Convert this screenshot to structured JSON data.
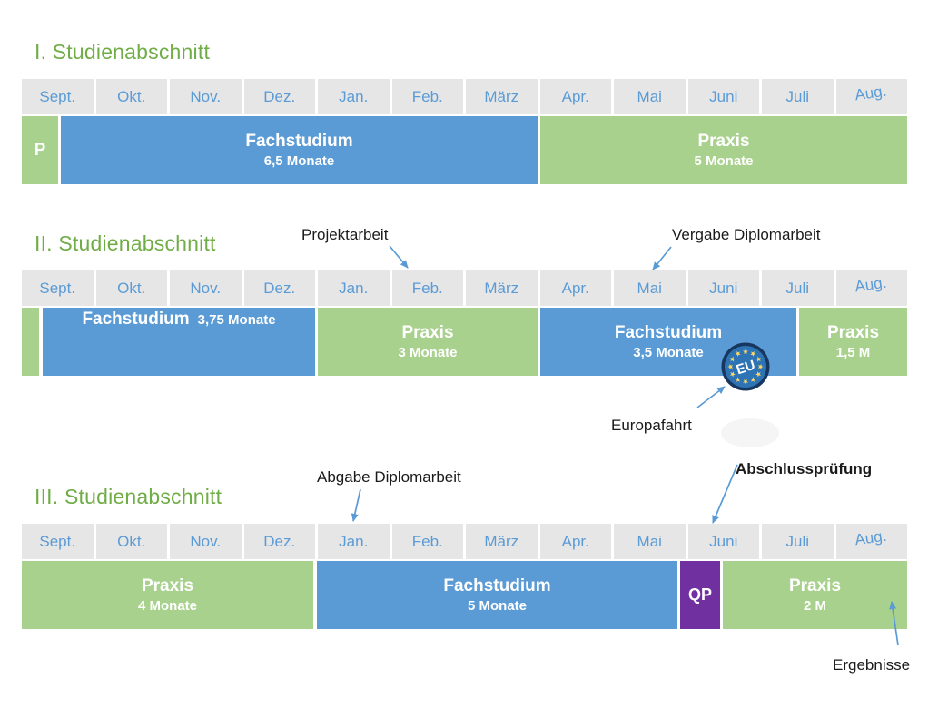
{
  "months": [
    "Sept.",
    "Okt.",
    "Nov.",
    "Dez.",
    "Jan.",
    "Feb.",
    "März",
    "Apr.",
    "Mai",
    "Juni",
    "Juli",
    "Aug."
  ],
  "sections": [
    {
      "title": "I. Studienabschnitt",
      "segments": [
        {
          "label": "P",
          "type": "praxis"
        },
        {
          "label": "Fachstudium",
          "sub": "6,5 Monate",
          "type": "fachstudium"
        },
        {
          "label": "Praxis",
          "sub": "5 Monate",
          "type": "praxis"
        }
      ]
    },
    {
      "title": "II. Studienabschnitt",
      "segments": [
        {
          "label": "",
          "type": "praxis"
        },
        {
          "label": "Fachstudium",
          "sub": "3,75 Monate",
          "type": "fachstudium"
        },
        {
          "label": "Praxis",
          "sub": "3 Monate",
          "type": "praxis"
        },
        {
          "label": "Fachstudium",
          "sub": "3,5 Monate",
          "type": "fachstudium"
        },
        {
          "label": "Praxis",
          "sub": "1,5 M",
          "type": "praxis"
        }
      ]
    },
    {
      "title": "III. Studienabschnitt",
      "segments": [
        {
          "label": "Praxis",
          "sub": "4 Monate",
          "type": "praxis"
        },
        {
          "label": "Fachstudium",
          "sub": "5 Monate",
          "type": "fachstudium"
        },
        {
          "label": "QP",
          "type": "qp"
        },
        {
          "label": "Praxis",
          "sub": "2 M",
          "type": "praxis"
        }
      ]
    }
  ],
  "annotations": {
    "projektarbeit": "Projektarbeit",
    "vergabe_diplomarbeit": "Vergabe Diplomarbeit",
    "europafahrt": "Europafahrt",
    "abgabe_diplomarbeit": "Abgabe Diplomarbeit",
    "abschlusspruefung": "Abschlussprüfung",
    "ergebnisse": "Ergebnisse"
  },
  "badge": {
    "label": "EU"
  },
  "colors": {
    "blue": "#5b9bd5",
    "green": "#a9d18e",
    "purple": "#7030a0",
    "header_bg": "#e7e6e6",
    "month_text": "#5b9bd5",
    "title": "#70ad47",
    "arrow": "#5b9bd5",
    "annotation": "#1a1a1a"
  }
}
